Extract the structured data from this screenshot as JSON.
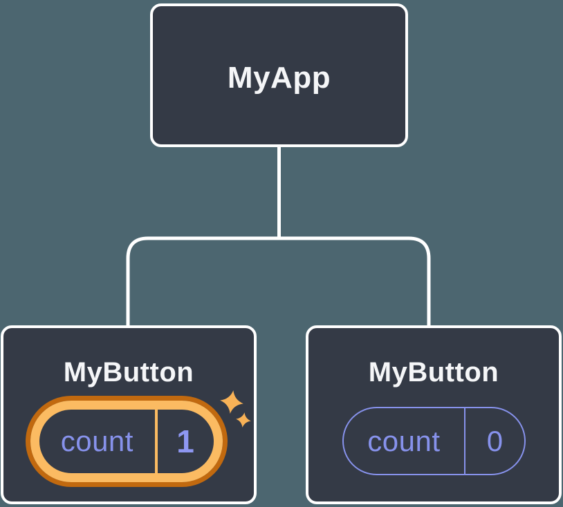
{
  "colors": {
    "bg": "#4C6670",
    "card_bg": "#343A46",
    "card_border": "#FFFFFF",
    "text": "#F5F6F8",
    "purple": "#8792EC",
    "purple_bright": "#8E97F2",
    "orange_light": "#FBBB62",
    "orange_dark": "#C1690F",
    "sparkle": "#F8B257",
    "connector": "#FFFFFF"
  },
  "tree": {
    "root": {
      "label": "MyApp"
    },
    "children": [
      {
        "label": "MyButton",
        "state_name": "count",
        "state_value": "1",
        "highlighted": true
      },
      {
        "label": "MyButton",
        "state_name": "count",
        "state_value": "0",
        "highlighted": false
      }
    ]
  },
  "icons": {
    "sparkle": "sparkle-icon"
  }
}
